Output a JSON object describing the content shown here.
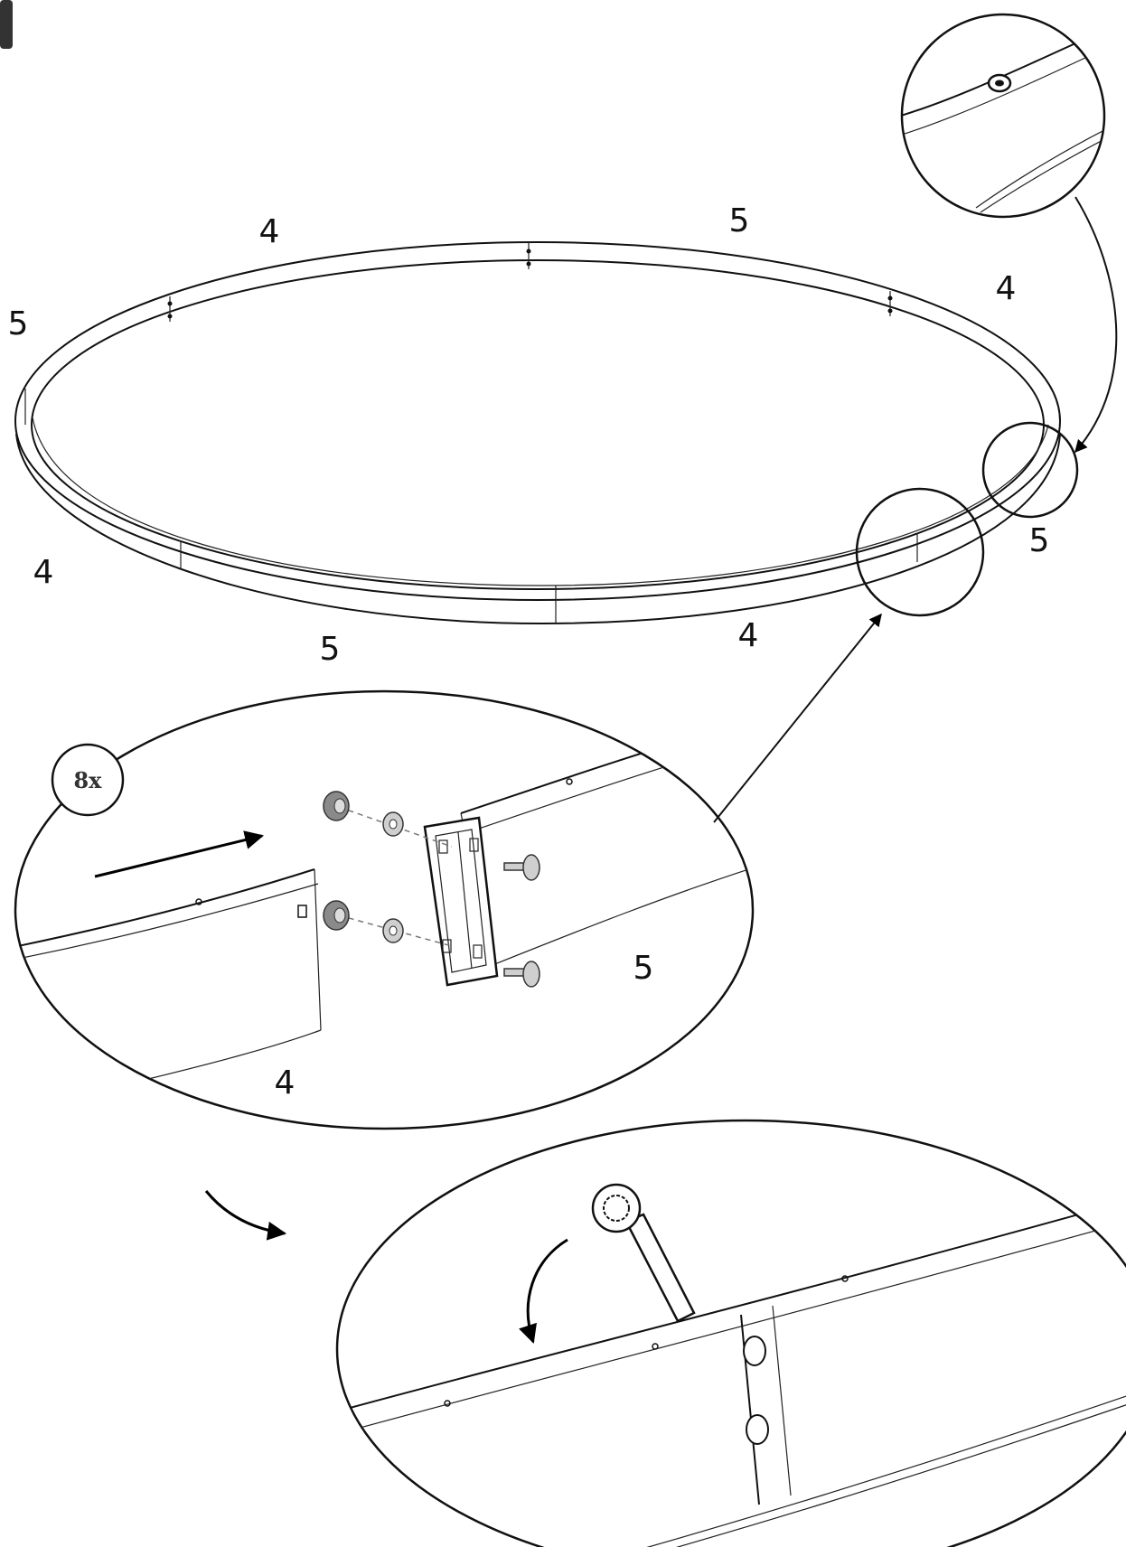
{
  "badge": {
    "count_label": "8x"
  },
  "ring": {
    "segment_labels": [
      "4",
      "5",
      "4",
      "5",
      "4",
      "5",
      "5",
      "4"
    ]
  },
  "detail_join": {
    "left_panel_label": "4",
    "right_panel_label": "5"
  }
}
